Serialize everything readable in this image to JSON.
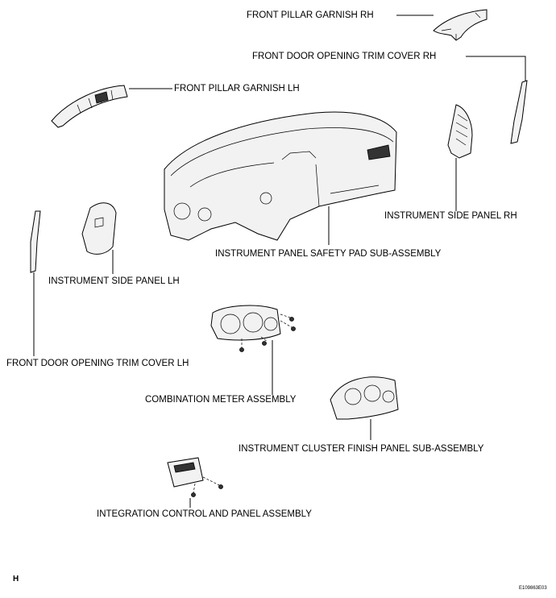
{
  "labels": {
    "front_pillar_garnish_rh": "FRONT PILLAR GARNISH RH",
    "front_door_trim_rh": "FRONT DOOR OPENING TRIM COVER RH",
    "front_pillar_garnish_lh": "FRONT PILLAR GARNISH LH",
    "instrument_side_panel_rh": "INSTRUMENT SIDE PANEL RH",
    "safety_pad": "INSTRUMENT PANEL SAFETY PAD SUB-ASSEMBLY",
    "instrument_side_panel_lh": "INSTRUMENT SIDE PANEL LH",
    "front_door_trim_lh": "FRONT DOOR OPENING TRIM COVER LH",
    "combination_meter": "COMBINATION METER ASSEMBLY",
    "cluster_finish_panel": "INSTRUMENT CLUSTER FINISH PANEL SUB-ASSEMBLY",
    "integration_control": "INTEGRATION CONTROL AND PANEL ASSEMBLY"
  },
  "corner_mark": "H",
  "figure_code": "E109863E03"
}
